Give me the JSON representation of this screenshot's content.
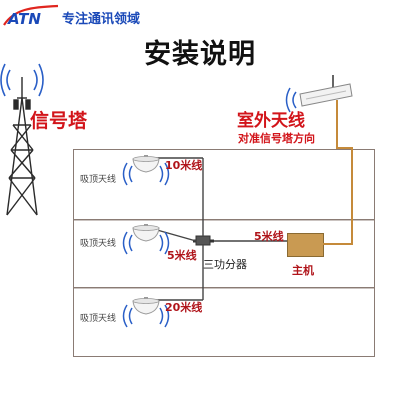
{
  "brand": {
    "logo_icon": "atn-logo-icon",
    "slogan": "专注通讯领域",
    "color": "#1a49b8"
  },
  "title": "安装说明",
  "tower": {
    "label": "信号塔",
    "icon": "cell-tower-icon"
  },
  "outdoor_antenna": {
    "label": "室外天线",
    "sublabel": "对准信号塔方向",
    "icon": "yagi-antenna-icon"
  },
  "floors": [
    {
      "antenna_label": "吸顶天线",
      "cable_label": "10米线"
    },
    {
      "antenna_label": "吸顶天线",
      "cable_label": "5米线"
    },
    {
      "antenna_label": "吸顶天线",
      "cable_label": "20米线"
    }
  ],
  "splitter": {
    "label": "三功分器",
    "icon": "splitter-icon"
  },
  "host": {
    "label": "主机",
    "cable_label": "5米线",
    "color": "#c99a52"
  },
  "colors": {
    "accent_red": "#d2141a",
    "cable": "#444444",
    "outdoor_cable": "#c58a3a",
    "signal_wave": "#2a5fc7"
  }
}
